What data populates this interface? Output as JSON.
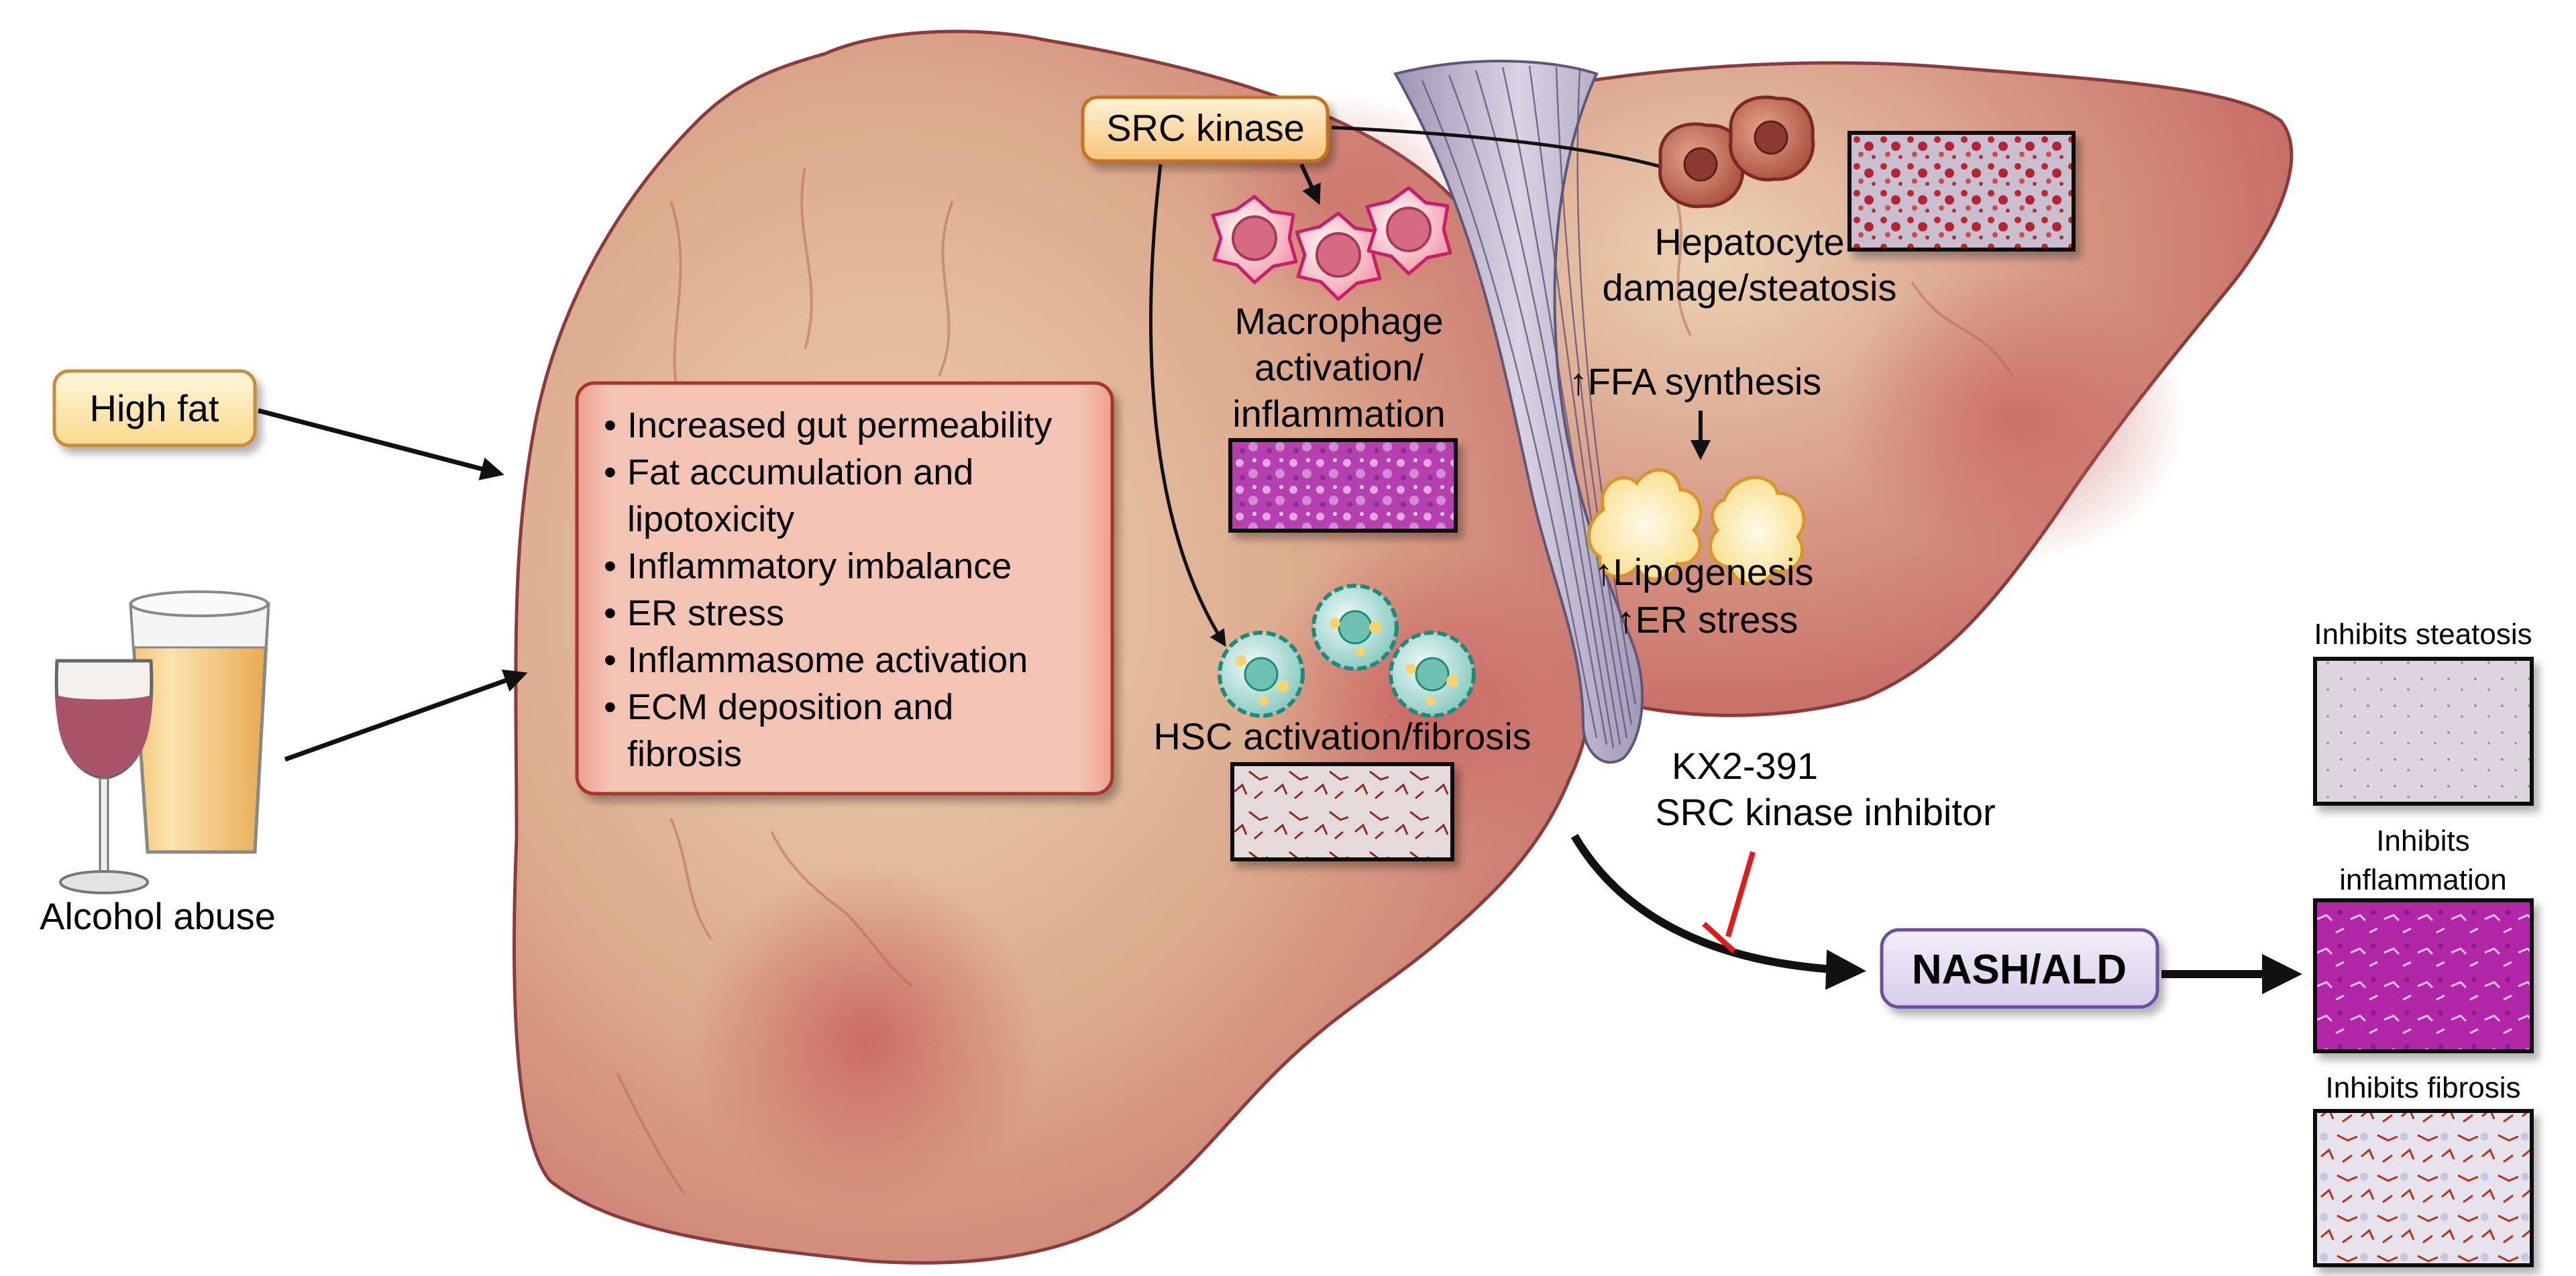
{
  "figure": {
    "title": "SRC kinase in NASH/ALD pathogenesis and effects of KX2-391",
    "inputs": {
      "high_fat": "High fat",
      "alcohol": "Alcohol abuse"
    },
    "mechanisms_box": {
      "items": [
        {
          "line1": "Increased gut permeability",
          "line2": ""
        },
        {
          "line1": "Fat accumulation and",
          "line2": "lipotoxicity"
        },
        {
          "line1": "Inflammatory imbalance",
          "line2": ""
        },
        {
          "line1": "ER stress",
          "line2": ""
        },
        {
          "line1": "Inflammasome activation",
          "line2": ""
        },
        {
          "line1": "ECM deposition and",
          "line2": "fibrosis"
        }
      ],
      "bullet": "•"
    },
    "src_kinase": "SRC kinase",
    "macrophage": {
      "line1": "Macrophage",
      "line2": "activation/",
      "line3": "inflammation",
      "histology": "H&E inflammation stain"
    },
    "hsc": {
      "label": "HSC activation/fibrosis",
      "histology": "fibrosis stain"
    },
    "hepatocyte": {
      "line1": "Hepatocyte",
      "line2": "damage/steatosis",
      "histology": "Oil Red O steatosis stain"
    },
    "ffa": "↑FFA synthesis",
    "lipogenesis": "↑Lipogenesis",
    "er_stress": "↑ER stress",
    "inhibitor": {
      "name": "KX2-391",
      "description": "SRC kinase inhibitor"
    },
    "outcome": "NASH/ALD",
    "results": [
      {
        "line1": "Inhibits steatosis",
        "line2": ""
      },
      {
        "line1": "Inhibits",
        "line2": "inflammation"
      },
      {
        "line1": "Inhibits fibrosis",
        "line2": ""
      }
    ],
    "colors": {
      "liver_light": "#e8cbab",
      "liver_dark": "#c96a66",
      "liver_outline": "#8a3b3b",
      "src_box_fill": "#fcd79a",
      "src_box_border": "#c8701c",
      "highfat_fill": "#fde7a8",
      "highfat_border": "#c98e3a",
      "mech_box_fill": "#f2c2b2",
      "mech_box_border": "#a8342c",
      "nash_fill": "#e3dcf0",
      "nash_border": "#6a4fa3",
      "inhibition": "#e11a1a",
      "macrophage": "#f3a3b5",
      "hsc": "#a9dbd3",
      "adipocyte": "#fbe3a0",
      "hepatocyte": "#b9604a",
      "ligament": "#b6adc4"
    }
  }
}
